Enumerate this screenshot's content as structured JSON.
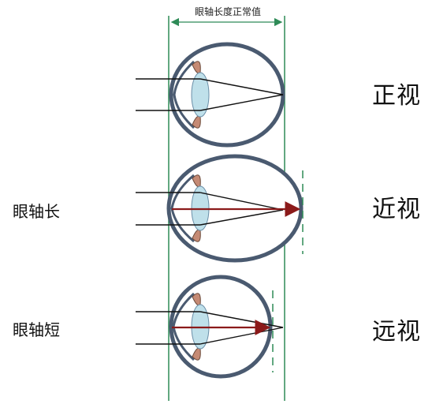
{
  "header": {
    "normal_axial_length": "眼轴长度正常值"
  },
  "rows": [
    {
      "condition": "正视",
      "axial": ""
    },
    {
      "condition": "近视",
      "axial": "眼轴长"
    },
    {
      "condition": "远视",
      "axial": "眼轴短"
    }
  ],
  "colors": {
    "guide_line": "#2e8b57",
    "eye_outline": "#4a5a70",
    "lens_fill": "#bfe0ea",
    "iris": "#c58a74",
    "axis_arrow": "#8b1a1a",
    "ray": "#111111"
  }
}
